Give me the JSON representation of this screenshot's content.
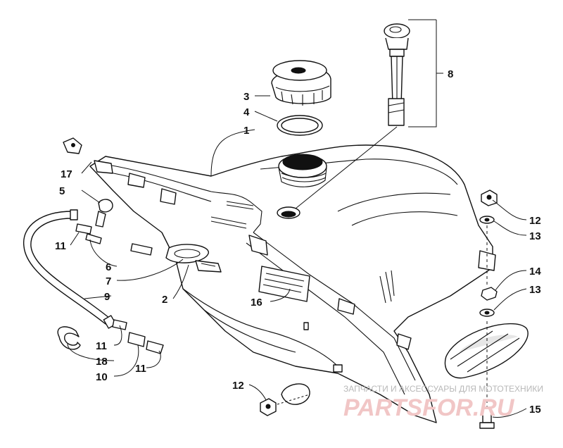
{
  "diagram": {
    "callouts": [
      {
        "id": "c1",
        "label": "1"
      },
      {
        "id": "c2",
        "label": "2"
      },
      {
        "id": "c3",
        "label": "3"
      },
      {
        "id": "c4",
        "label": "4"
      },
      {
        "id": "c5",
        "label": "5"
      },
      {
        "id": "c6",
        "label": "6"
      },
      {
        "id": "c7",
        "label": "7"
      },
      {
        "id": "c8",
        "label": "8"
      },
      {
        "id": "c9",
        "label": "9"
      },
      {
        "id": "c10",
        "label": "10"
      },
      {
        "id": "c11a",
        "label": "11"
      },
      {
        "id": "c11b",
        "label": "11"
      },
      {
        "id": "c11c",
        "label": "11"
      },
      {
        "id": "c12a",
        "label": "12"
      },
      {
        "id": "c12b",
        "label": "12"
      },
      {
        "id": "c13a",
        "label": "13"
      },
      {
        "id": "c13b",
        "label": "13"
      },
      {
        "id": "c14",
        "label": "14"
      },
      {
        "id": "c15",
        "label": "15"
      },
      {
        "id": "c16",
        "label": "16"
      },
      {
        "id": "c17",
        "label": "17"
      },
      {
        "id": "c18",
        "label": "18"
      }
    ]
  },
  "watermark": {
    "tagline": "ЗАПЧАСТИ И АКСЕССУАРЫ ДЛЯ МОТОТЕХНИКИ",
    "brand": "PARTSFOR.RU"
  }
}
